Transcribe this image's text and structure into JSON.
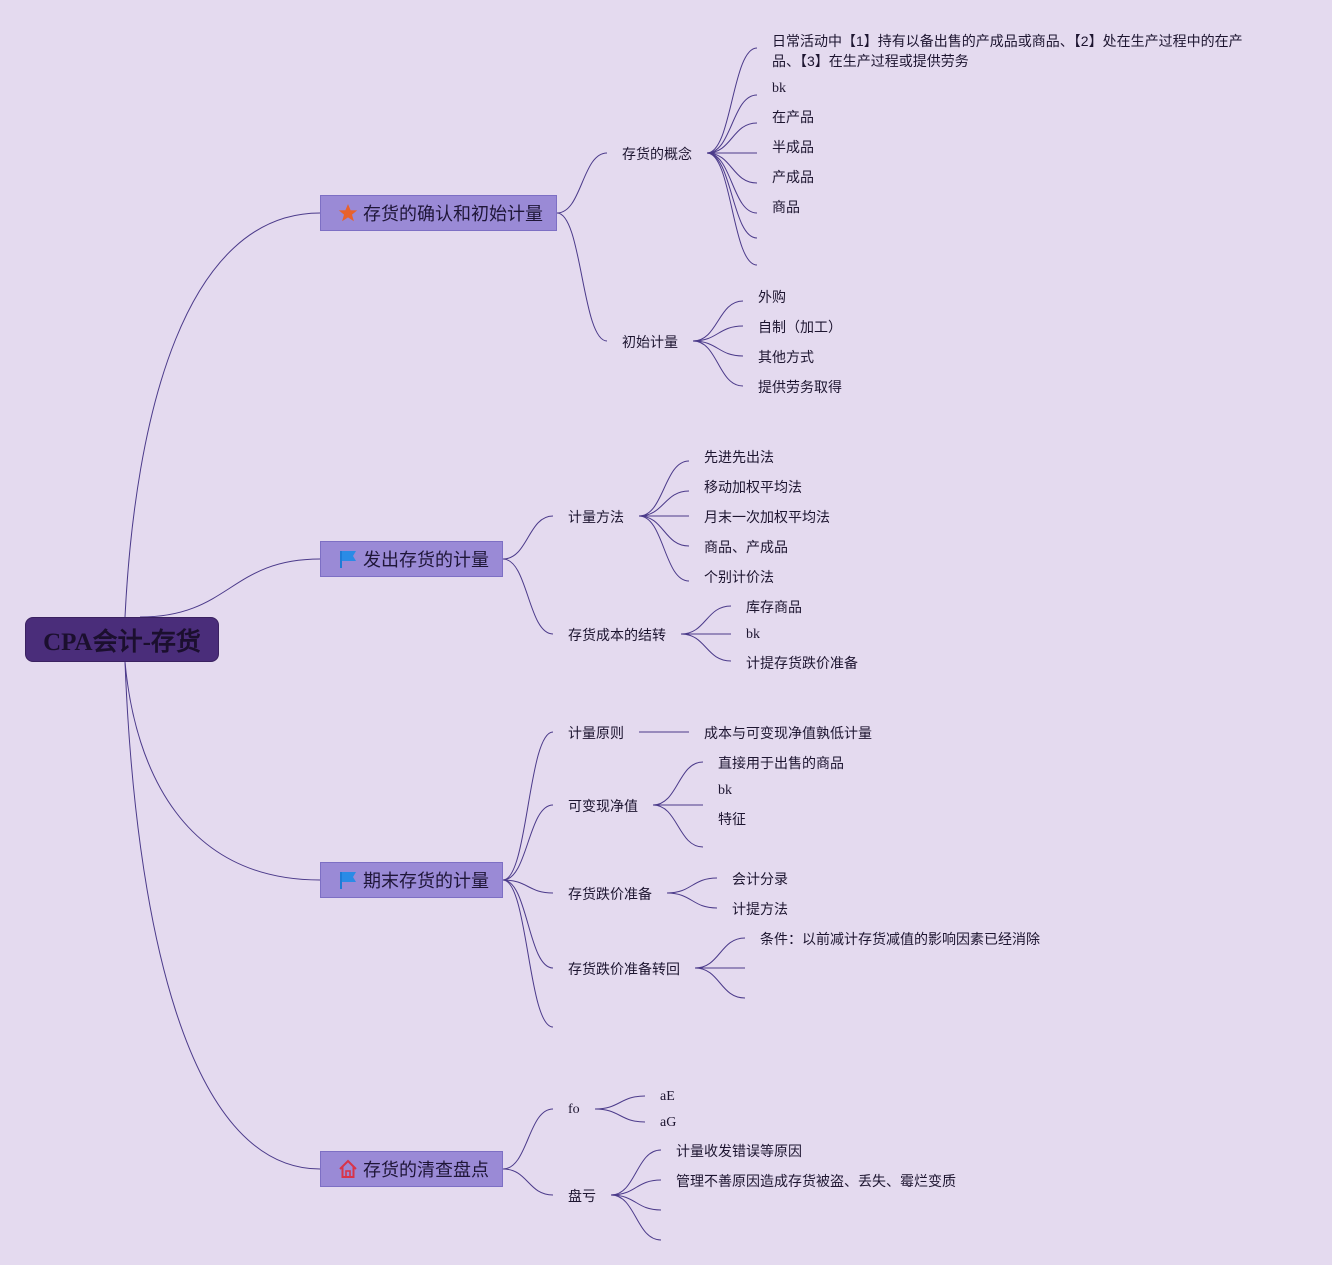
{
  "colors": {
    "background": "#e4daef",
    "line": "#4b3a8a",
    "root": "#4a2d7a",
    "main_node": "#9a8ad6"
  },
  "root": {
    "label": "CPA会计-存货"
  },
  "branches": [
    {
      "label": "存货的确认和初始计量",
      "icon": "star-icon",
      "children": [
        {
          "label": "存货的概念",
          "children": [
            "日常活动中【1】持有以备出售的产成品或商品、【2】处在生产过程中的在产品、【3】在生产过程或提供劳务",
            "bk",
            "在产品",
            "半成品",
            "产成品",
            "商品",
            "",
            ""
          ]
        },
        {
          "label": "初始计量",
          "children": [
            "外购",
            "自制（加工）",
            "其他方式",
            "提供劳务取得"
          ]
        }
      ]
    },
    {
      "label": "发出存货的计量",
      "icon": "flag-icon",
      "children": [
        {
          "label": "计量方法",
          "children": [
            "先进先出法",
            "移动加权平均法",
            "月末一次加权平均法",
            "商品、产成品",
            "个别计价法"
          ]
        },
        {
          "label": "存货成本的结转",
          "children": [
            "库存商品",
            "bk",
            "计提存货跌价准备"
          ]
        }
      ]
    },
    {
      "label": "期末存货的计量",
      "icon": "flag-icon",
      "children": [
        {
          "label": "计量原则",
          "children": [
            "成本与可变现净值孰低计量"
          ]
        },
        {
          "label": "可变现净值",
          "children": [
            "直接用于出售的商品",
            "bk",
            "特征"
          ]
        },
        {
          "label": "存货跌价准备",
          "children": [
            "会计分录",
            "计提方法"
          ]
        },
        {
          "label": "存货跌价准备转回",
          "children": [
            "条件：以前减计存货减值的影响因素已经消除",
            "",
            ""
          ]
        },
        {
          "label": "",
          "children": []
        }
      ]
    },
    {
      "label": "存货的清查盘点",
      "icon": "home-icon",
      "children": [
        {
          "label": "fo",
          "children": [
            "aE",
            "aG"
          ]
        },
        {
          "label": "盘亏",
          "children": [
            "计量收发错误等原因",
            "管理不善原因造成存货被盗、丢失、霉烂变质",
            "",
            ""
          ]
        }
      ]
    }
  ]
}
